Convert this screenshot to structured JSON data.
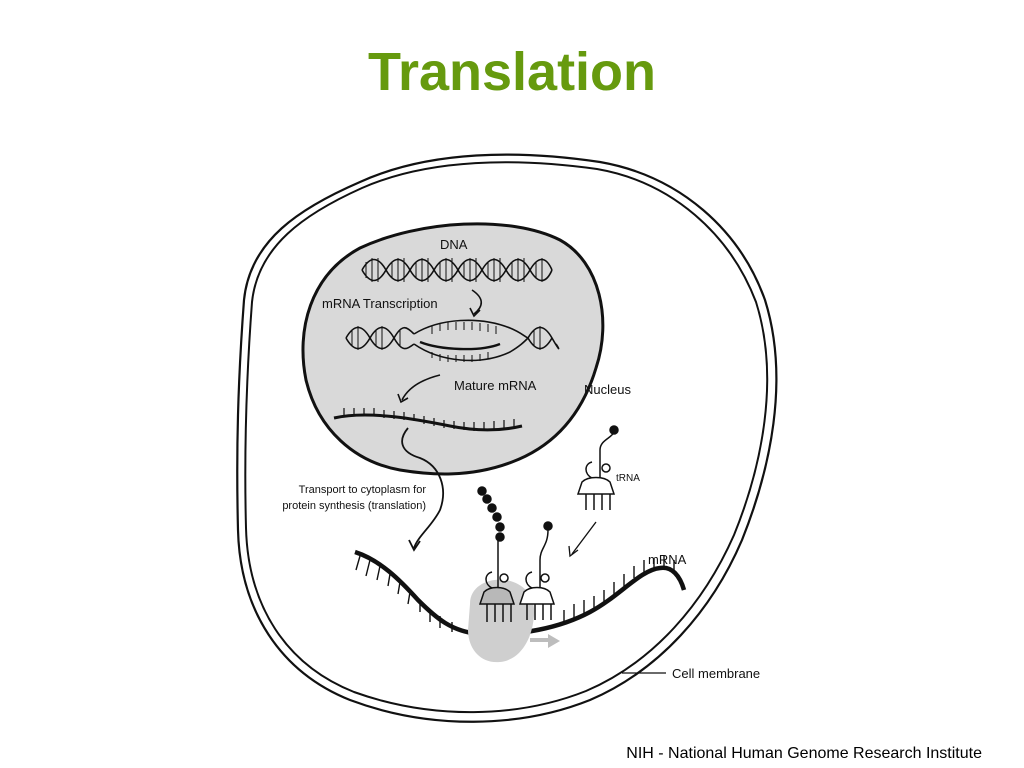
{
  "slide": {
    "title": "Translation",
    "credit": "NIH - National Human Genome Research Institute"
  },
  "diagram": {
    "labels": {
      "dna": "DNA",
      "transcription": "mRNA Transcription",
      "mature_mrna": "Mature mRNA",
      "nucleus": "Nucleus",
      "transport_line1": "Transport to cytoplasm for",
      "transport_line2": "protein synthesis (translation)",
      "trna": "tRNA",
      "mrna": "mRNA",
      "cell_membrane": "Cell membrane"
    },
    "colors": {
      "title": "#669a0e",
      "nucleus_fill": "#d9d9d9",
      "ribosome": "#cfcfcf",
      "ink": "#111111"
    }
  }
}
